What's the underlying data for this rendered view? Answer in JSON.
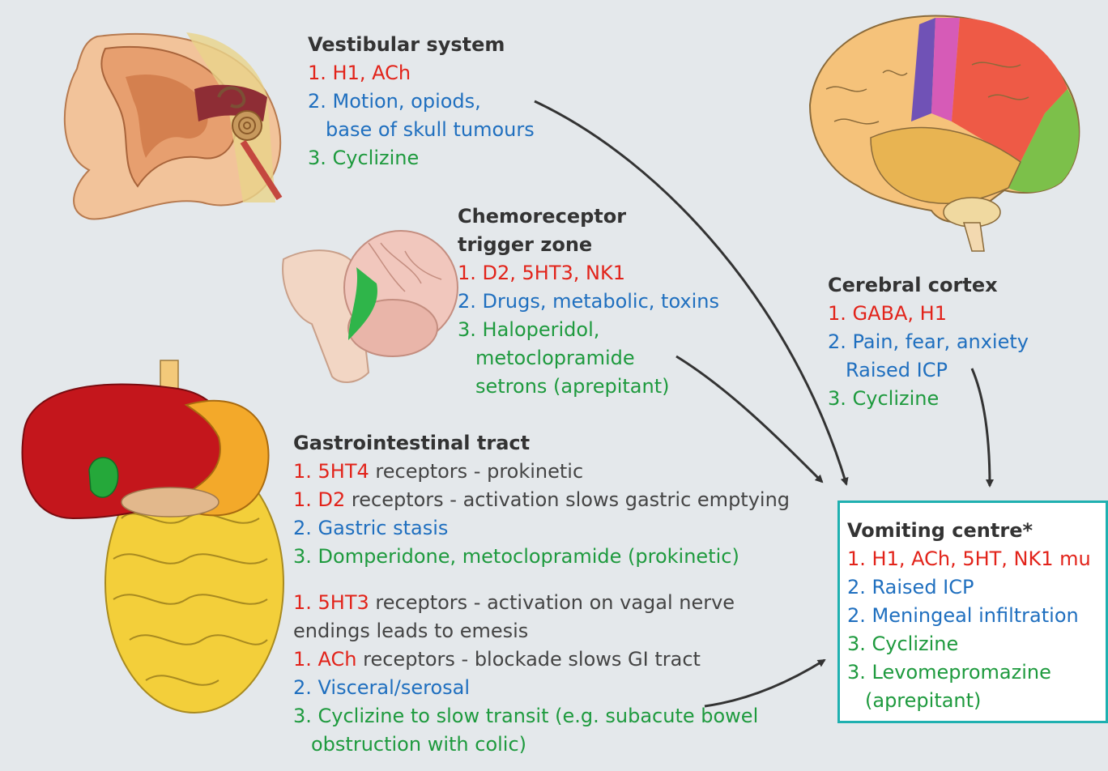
{
  "vestibular": {
    "title": "Vestibular system",
    "l1": "1. H1, ACh",
    "l2a": "2. Motion, opiods,",
    "l2b": "base of skull tumours",
    "l3": "3. Cyclizine"
  },
  "ctz": {
    "title_a": "Chemoreceptor",
    "title_b": "trigger zone",
    "l1": "1. D2, 5HT3, NK1",
    "l2": "2. Drugs, metabolic, toxins",
    "l3a": "3. Haloperidol,",
    "l3b": "metoclopramide",
    "l3c": "setrons (aprepitant)"
  },
  "cortex": {
    "title": "Cerebral cortex",
    "l1": "1. GABA, H1",
    "l2a": "2. Pain, fear, anxiety",
    "l2b": "Raised ICP",
    "l3": "3. Cyclizine"
  },
  "gi": {
    "title": "Gastrointestinal tract",
    "r1_num": "1. 5HT4",
    "r1_text": " receptors - prokinetic",
    "r2_num": "1. D2",
    "r2_text": " receptors - activation slows gastric emptying",
    "r3": "2. Gastric stasis",
    "r4": "3. Domperidone, metoclopramide (prokinetic)",
    "r5_num": "1. 5HT3",
    "r5_text": " receptors - activation on vagal nerve",
    "r5b": "endings leads to emesis",
    "r6_num": "1. ACh",
    "r6_text": " receptors - blockade slows GI tract",
    "r7": "2. Visceral/serosal",
    "r8a": "3. Cyclizine to slow transit (e.g. subacute bowel",
    "r8b": "obstruction with colic)"
  },
  "vomiting": {
    "title": "Vomiting centre*",
    "l1": "1. H1, ACh, 5HT, NK1 mu",
    "l2": "2. Raised ICP",
    "l3": "2. Meningeal infiltration",
    "l4": "3. Cyclizine",
    "l5a": "3. Levomepromazine",
    "l5b": "(aprepitant)"
  },
  "colors": {
    "receptor": "#e2231a",
    "cause": "#1f6fbf",
    "drug": "#1e9a3e",
    "box_border": "#1fb0b0"
  }
}
